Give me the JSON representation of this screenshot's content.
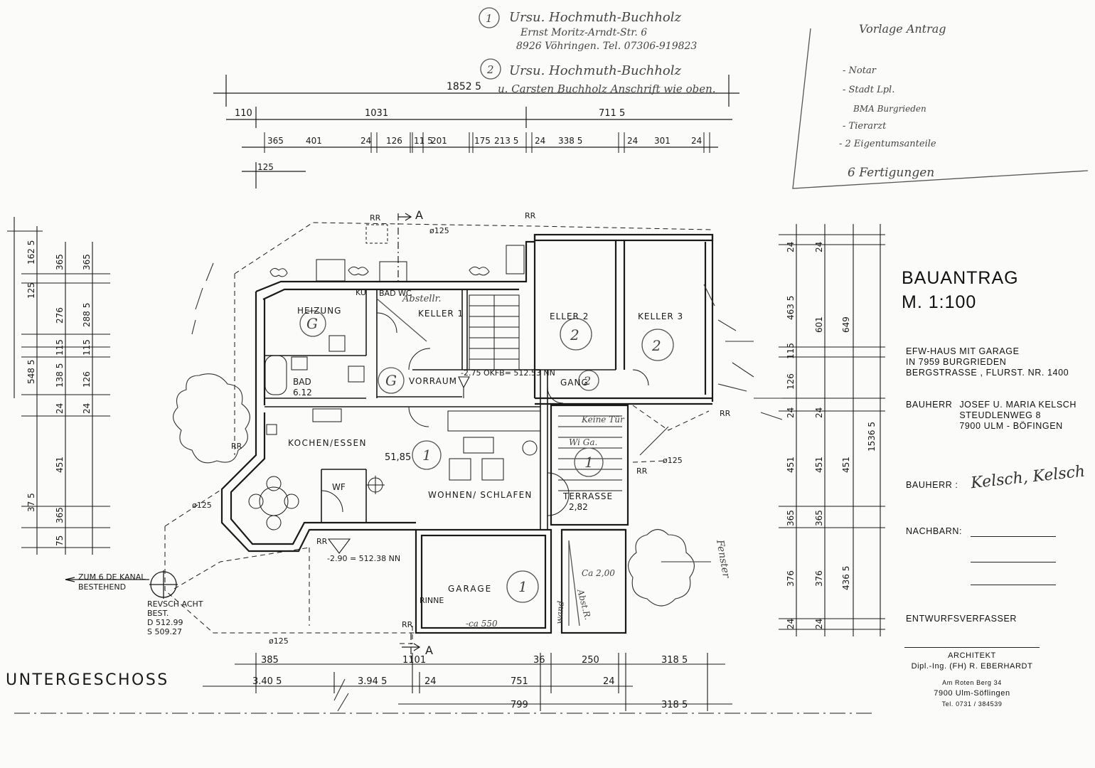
{
  "title_block": {
    "heading": "BAUANTRAG",
    "scale": "M. 1:100",
    "project_lines": [
      "EFW-HAUS MIT GARAGE",
      "IN 7959 BURGRIEDEN",
      "BERGSTRASSE , FLURST. NR. 1400"
    ],
    "owner_label": "BAUHERR",
    "owner_lines": [
      "JOSEF U. MARIA KELSCH",
      "STEUDLENWEG 8",
      "7900 ULM - BÖFINGEN"
    ],
    "signature_label": "BAUHERR :",
    "signature": "Kelsch, Kelsch",
    "neighbors_label": "NACHBARN:",
    "designer_label": "ENTWURFSVERFASSER",
    "architect_stamp": {
      "role": "ARCHITEKT",
      "name": "Dipl.-Ing. (FH) R. EBERHARDT",
      "street": "Am Roten Berg 34",
      "city": "7900 Ulm-Söflingen",
      "phone": "Tel. 0731 / 384539"
    }
  },
  "floor_label": "UNTERGESCHOSS",
  "handwritten_notes": {
    "owner1_lines": [
      "Ursu. Hochmuth-Buchholz",
      "Ernst Moritz-Arndt-Str. 6",
      "8926 Vöhringen.  Tel. 07306-919823"
    ],
    "owner1_number": "1",
    "owner2_lines": [
      "Ursu. Hochmuth-Buchholz",
      "u. Carsten Buchholz   Anschrift wie oben."
    ],
    "owner2_number": "2",
    "checklist_title": "Vorlage Antrag",
    "checklist_items": [
      "- Notar",
      "- Stadt Lpl.",
      "BMA Burgrieden",
      "- Tierarzt",
      "- 2 Eigentumsanteile",
      "6 Fertigungen"
    ]
  },
  "rooms": {
    "heizung": "HEIZUNG",
    "ku": "KU",
    "bad_wc": "BAD WC",
    "abstellr": "Abstellr.",
    "keller1": "KELLER 1",
    "keller2": "ELLER 2",
    "keller3": "KELLER 3",
    "bad": "BAD",
    "bad_area": "6.12",
    "vorraum": "VORRAUM",
    "gang": "GANG",
    "kochen_essen": "KOCHEN/ESSEN",
    "wohnen_area": "51,85",
    "wohnen_schlafen": "WOHNEN/ SCHLAFEN",
    "wf": "WF",
    "terrasse": "TERRASSE",
    "terrasse_area": "2,82",
    "garage": "GARAGE",
    "rinne": "RINNE",
    "garage_note": "-ca 550",
    "fenster": "Fenster",
    "wand": "wand",
    "keine_tuer": "Keine Tür",
    "wi_ga": "Wi Ga.",
    "ca200": "Ca 2,00",
    "ahstr": "Abst.R."
  },
  "levels": {
    "okfb": "-2.75 OKFB= 512.53 NN",
    "garage_level": "-2.90 = 512.38 NN"
  },
  "labels": {
    "rr": "RR",
    "section_a": "A",
    "dia125": "ø125",
    "kanal_line1": "ZUM 6 DE KANAL",
    "kanal_line2": "BESTEHEND",
    "schacht_lines": [
      "REVSCH ACHT",
      "BEST.",
      "D 512.99",
      "S 509.27"
    ]
  },
  "dims_top": {
    "overall": "1852 5",
    "row2": [
      "110",
      "1031",
      "711 5"
    ],
    "row3": [
      "365",
      "401",
      "24",
      "126",
      "11 5",
      "201",
      "175",
      "213 5",
      "24",
      "338 5",
      "24",
      "301",
      "24"
    ],
    "row4": [
      "125"
    ]
  },
  "dims_bottom": {
    "row1": [
      "385",
      "1101",
      "36",
      "250",
      "318 5"
    ],
    "row2": [
      "3.40 5",
      "3.94 5",
      "24",
      "751",
      "24"
    ],
    "row3": [
      "799",
      "318 5"
    ]
  },
  "dims_left": [
    "162 5",
    "365",
    "365",
    "125",
    "276",
    "288 5",
    "115",
    "115",
    "548 5",
    "138 5",
    "126",
    "24",
    "24",
    "451",
    "37 5",
    "365",
    "75"
  ],
  "dims_right": [
    "24",
    "24",
    "463 5",
    "601",
    "649",
    "115",
    "126",
    "24",
    "24",
    "451",
    "451",
    "451",
    "1536 5",
    "365",
    "365",
    "376",
    "376",
    "436 5",
    "24",
    "24"
  ],
  "room_numbers": [
    "G",
    "G",
    "2",
    "2",
    "2",
    "1",
    "1",
    "1"
  ]
}
